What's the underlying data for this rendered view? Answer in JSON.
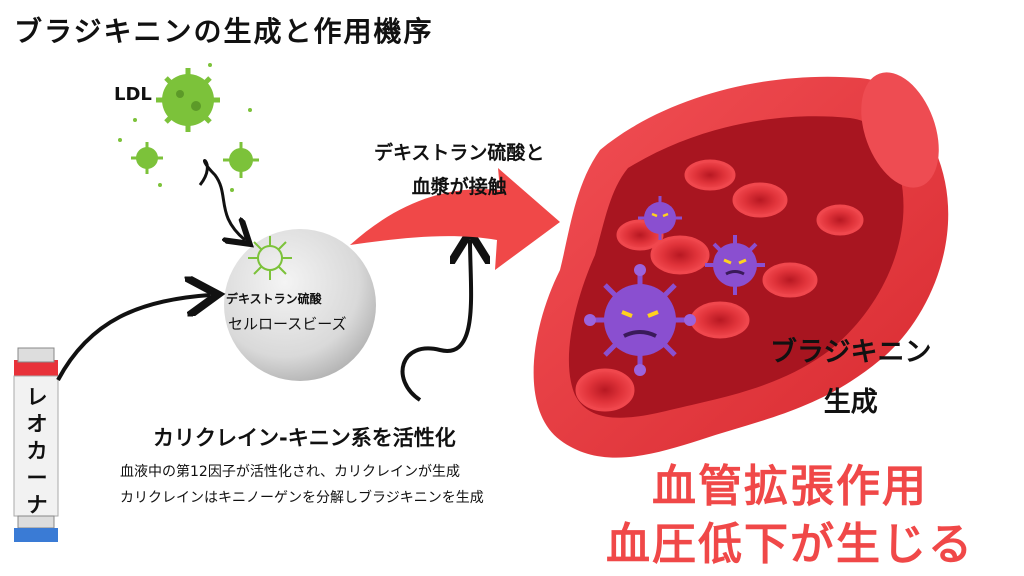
{
  "title": "ブラジキニンの生成と作用機序",
  "ldl_label": "LDL",
  "dextran_contact": {
    "line1": "デキストラン硫酸と",
    "line2": "血漿が接触"
  },
  "bead": {
    "label1": "デキストラン硫酸",
    "label2": "セルロースビーズ"
  },
  "column": {
    "label": "レオカーナ"
  },
  "kallikrein": {
    "heading": "カリクレイン-キニン系を活性化",
    "line1": "血液中の第12因子が活性化され、カリクレインが生成",
    "line2": "カリクレインはキニノーゲンを分解しブラジキニンを生成"
  },
  "bradykinin": {
    "line1": "ブラジキニン",
    "line2": "生成"
  },
  "effect": {
    "line1": "血管拡張作用",
    "line2": "血圧低下が生じる"
  },
  "colors": {
    "virus_green": "#7cc23a",
    "virus_purple": "#8a4fd0",
    "vessel_red": "#e8323a",
    "effect_red": "#f04848"
  }
}
